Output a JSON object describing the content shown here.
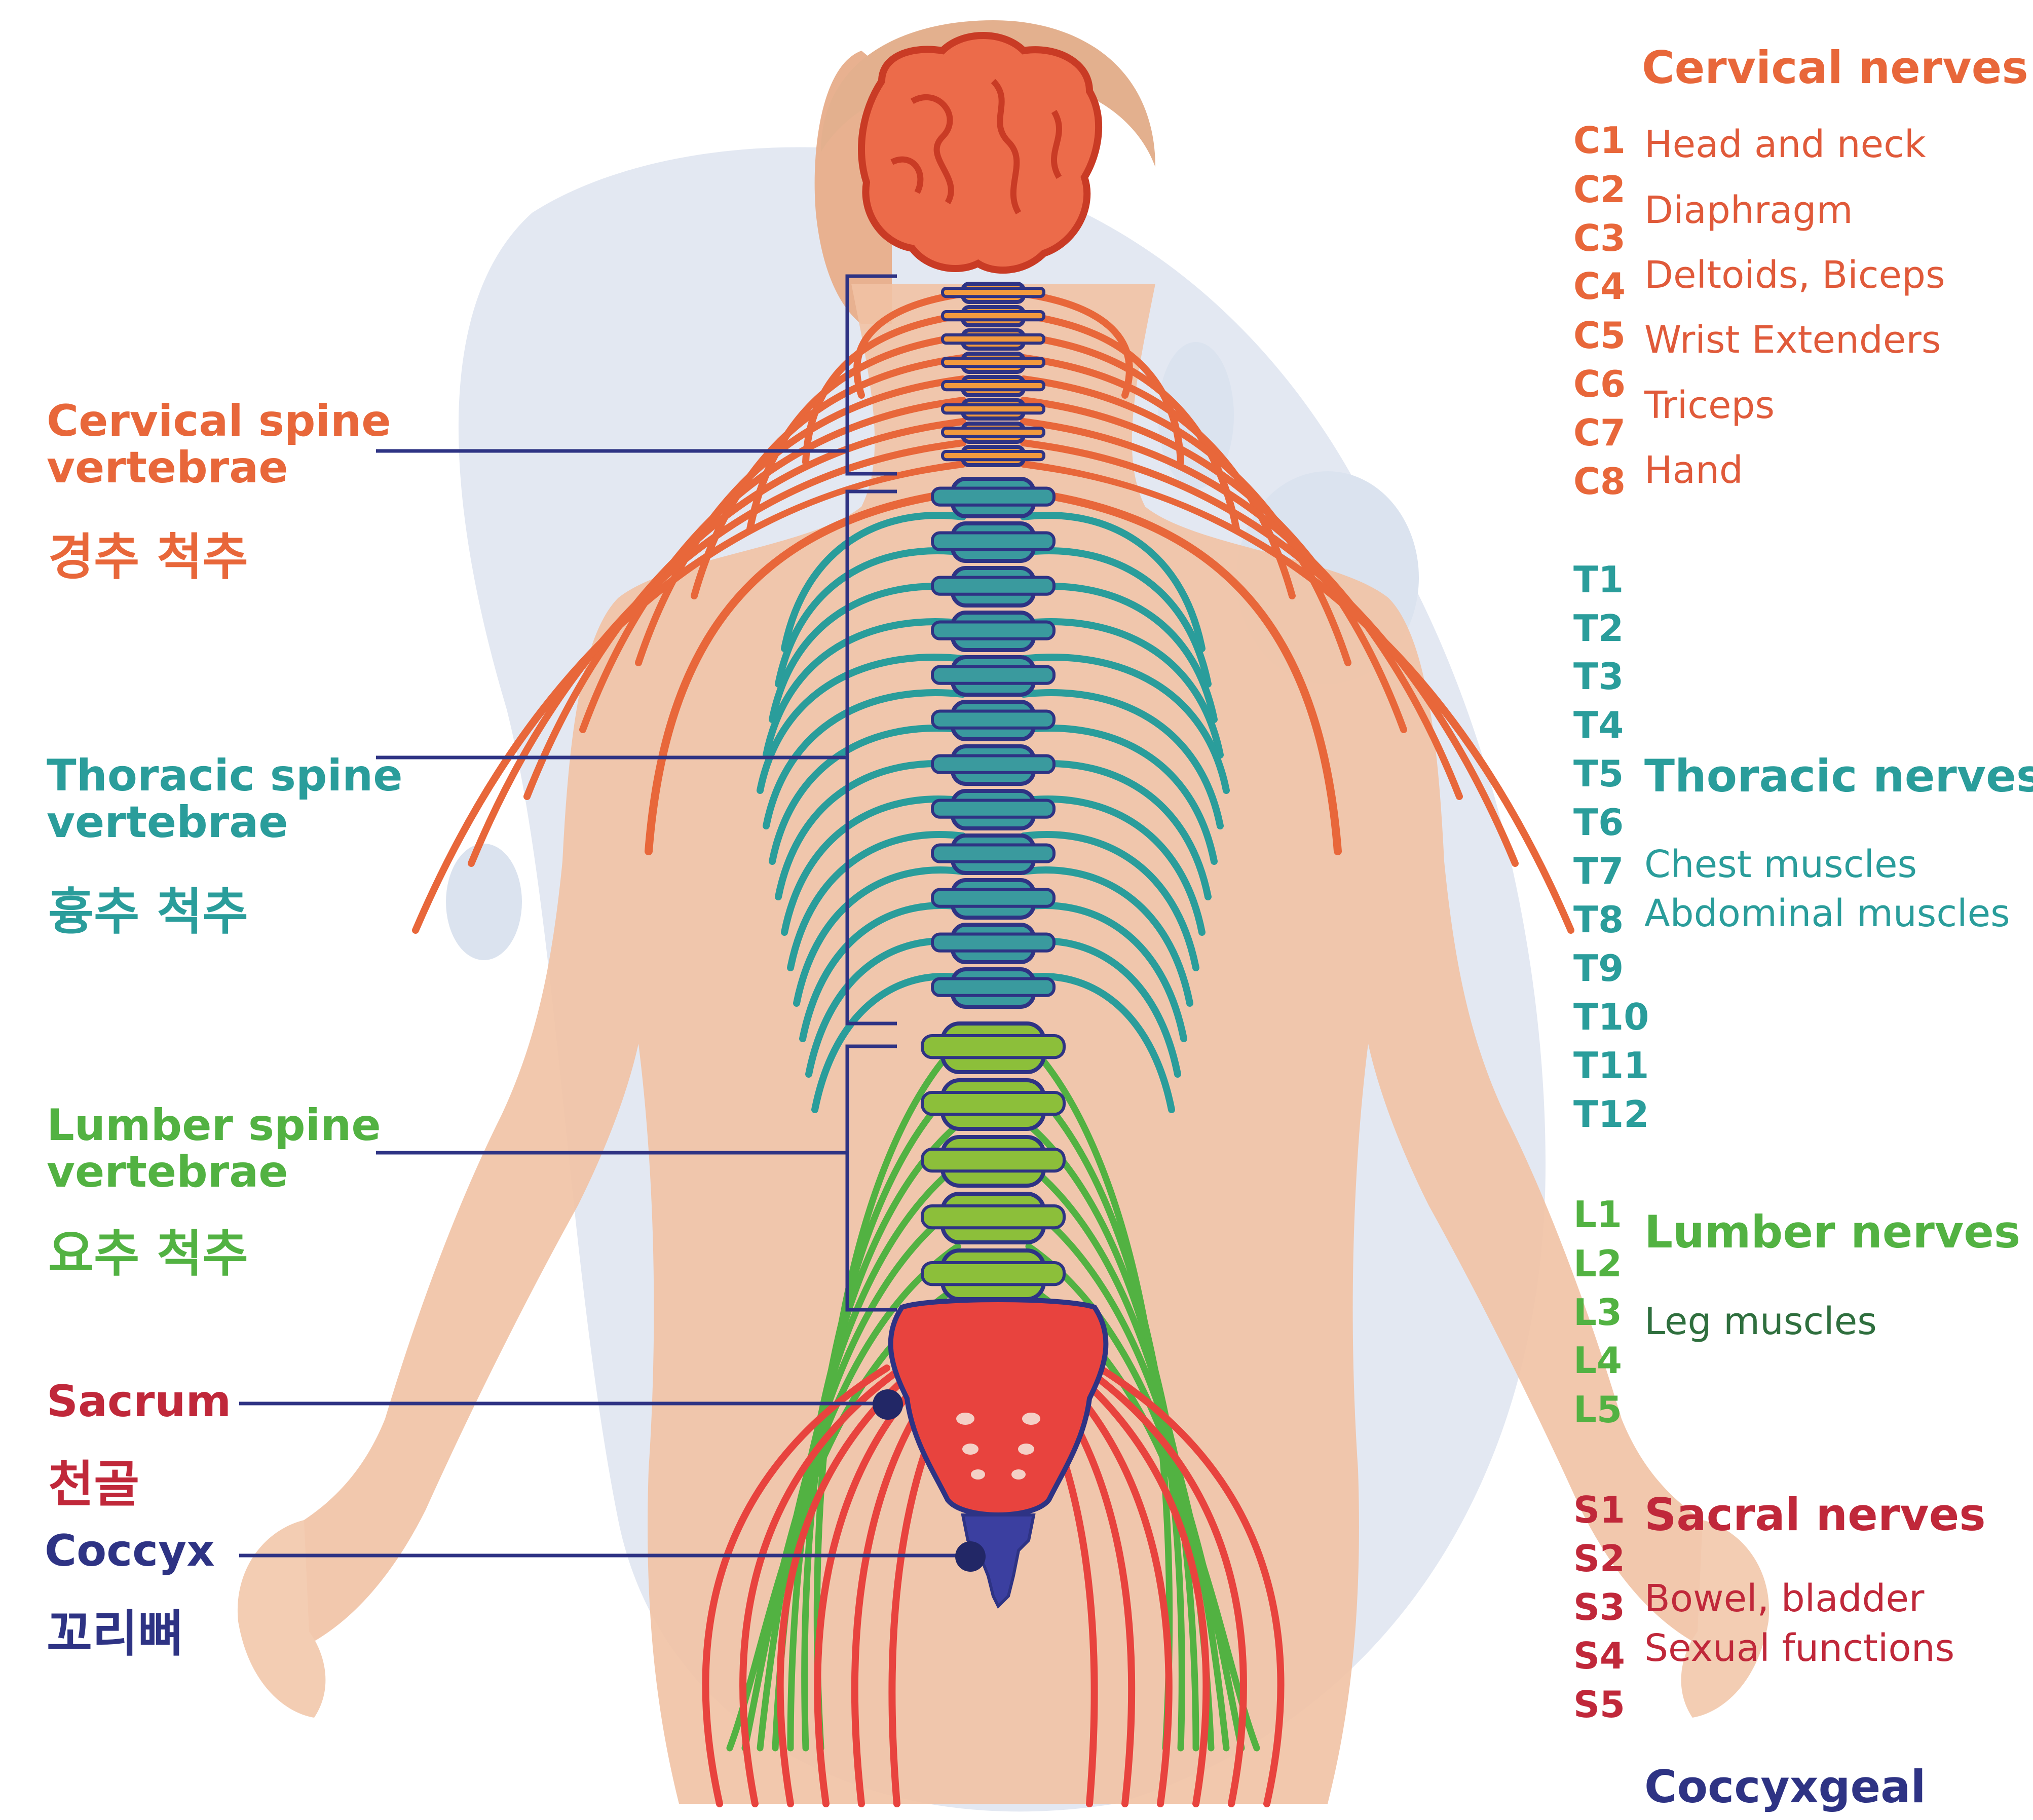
{
  "colors": {
    "cervical": "#e8673a",
    "thoracic": "#2a9d9b",
    "lumbar": "#52b242",
    "sacral": "#c0283a",
    "coccyx": "#2e3384",
    "lumbar_text": "#2f6f3e",
    "skin": "#f1c2a4",
    "background_blob": "#e3e8f2"
  },
  "icons": {
    "brain": "brain-icon",
    "spine": "spine-icon",
    "body": "human-body-illustration"
  },
  "left_labels": {
    "cervical": {
      "en_line1": "Cervical spine",
      "en_line2": "vertebrae",
      "ko": "경추 척추"
    },
    "thoracic": {
      "en_line1": "Thoracic spine",
      "en_line2": "vertebrae",
      "ko": "흉추 척추"
    },
    "lumbar": {
      "en_line1": "Lumber spine",
      "en_line2": "vertebrae",
      "ko": "요추 척추"
    },
    "sacrum": {
      "en": "Sacrum",
      "ko": "천골"
    },
    "coccyx": {
      "en": "Coccyx",
      "ko": "꼬리뼈"
    }
  },
  "right_panel": {
    "cervical": {
      "title": "Cervical nerves",
      "codes": [
        "C1",
        "C2",
        "C3",
        "C4",
        "C5",
        "C6",
        "C7",
        "C8"
      ],
      "functions": [
        "Head and neck",
        "Diaphragm",
        "Deltoids, Biceps",
        "Wrist Extenders",
        "Triceps",
        "Hand"
      ]
    },
    "thoracic": {
      "title": "Thoracic nerves",
      "codes": [
        "T1",
        "T2",
        "T3",
        "T4",
        "T5",
        "T6",
        "T7",
        "T8",
        "T9",
        "T10",
        "T11",
        "T12"
      ],
      "functions": [
        "Chest muscles",
        "Abdominal muscles"
      ]
    },
    "lumbar": {
      "title": "Lumber nerves",
      "codes": [
        "L1",
        "L2",
        "L3",
        "L4",
        "L5"
      ],
      "functions": [
        "Leg muscles"
      ]
    },
    "sacral": {
      "title": "Sacral nerves",
      "codes": [
        "S1",
        "S2",
        "S3",
        "S4",
        "S5"
      ],
      "functions": [
        "Bowel, bladder",
        "Sexual functions"
      ]
    },
    "coccygeal": {
      "title": "Coccyxgeal"
    }
  }
}
